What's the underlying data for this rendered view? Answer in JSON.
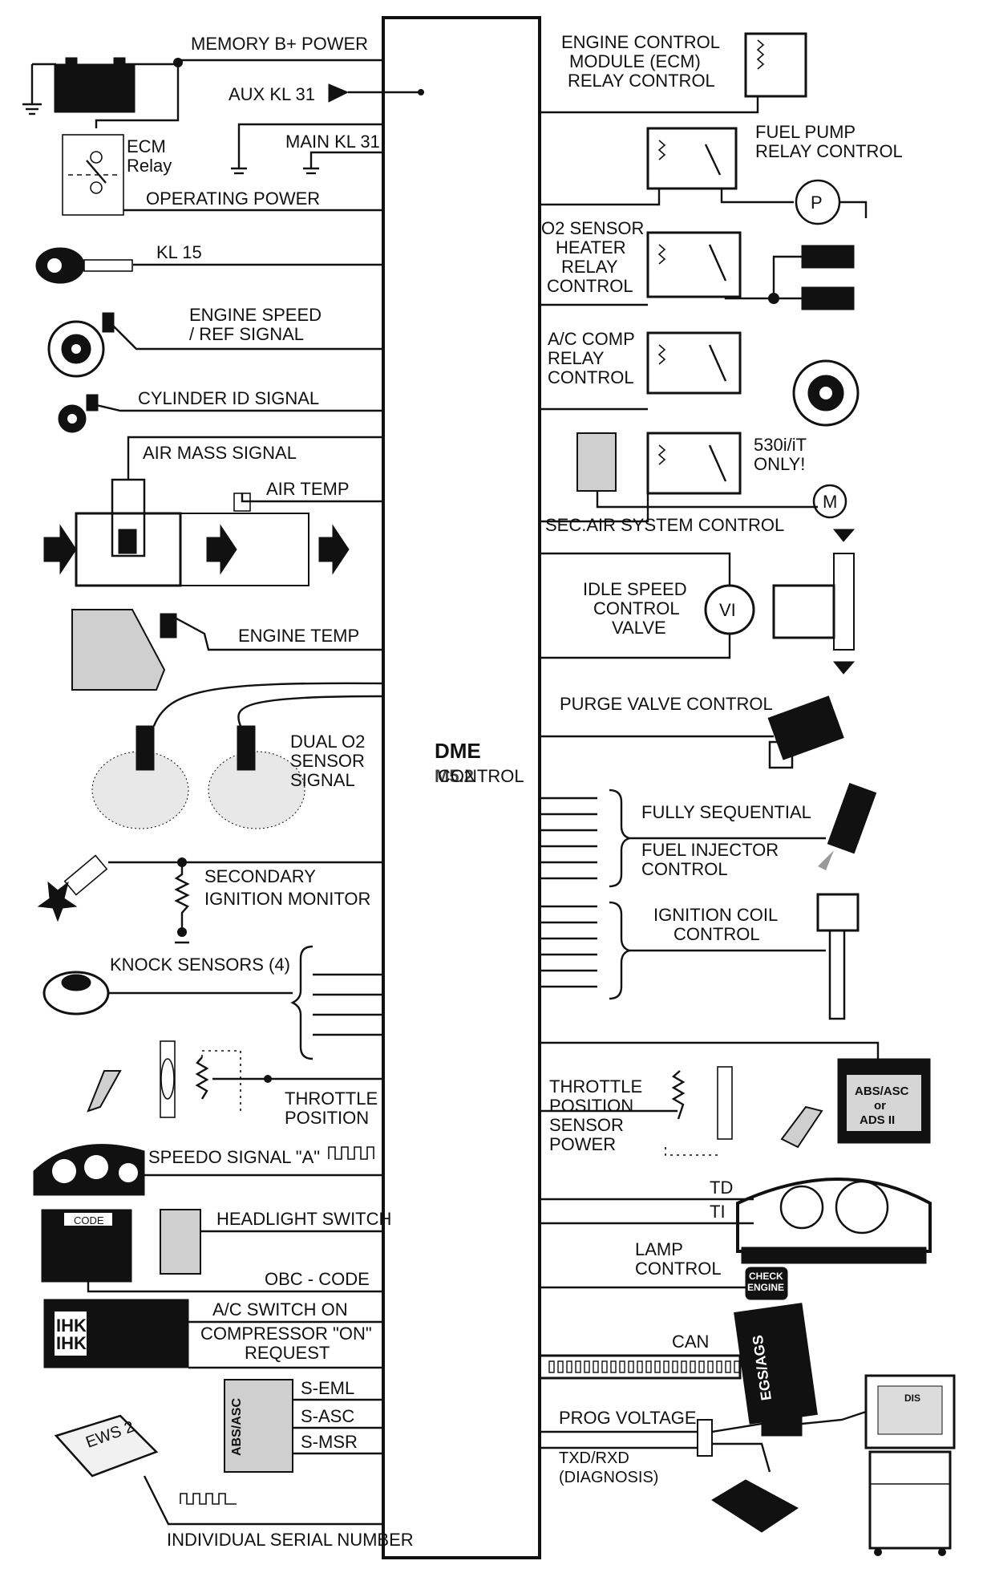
{
  "dme": {
    "title": "DME",
    "subtitle": "M5.2",
    "control": "CONTROL"
  },
  "left": {
    "memory": "MEMORY B+ POWER",
    "aux_kl31": "AUX KL 31",
    "main_kl31": "MAIN KL 31",
    "ecm_relay": "ECM\nRelay",
    "operating_power": "OPERATING POWER",
    "kl15": "KL 15",
    "engine_speed": "ENGINE SPEED\n/ REF SIGNAL",
    "cylinder_id": "CYLINDER ID SIGNAL",
    "air_mass": "AIR MASS SIGNAL",
    "air_temp": "AIR TEMP",
    "engine_temp": "ENGINE TEMP",
    "dual_o2": "DUAL O2\nSENSOR\nSIGNAL",
    "secondary_ignition": "SECONDARY\nIGNITION MONITOR",
    "knock": "KNOCK SENSORS (4)",
    "throttle_position": "THROTTLE\nPOSITION",
    "speedo": "SPEEDO SIGNAL \"A\"",
    "headlight": "HEADLIGHT SWITCH",
    "code": "CODE",
    "obc_code": "OBC - CODE",
    "ac_switch": "A/C SWITCH ON",
    "compressor": "COMPRESSOR \"ON\"\nREQUEST",
    "ihkr": "IHKR\nIHKA",
    "abs_asc_box": "ABS/ASC",
    "s_eml": "S-EML",
    "s_asc": "S-ASC",
    "s_msr": "S-MSR",
    "ews": "EWS 2",
    "serial": "INDIVIDUAL SERIAL NUMBER"
  },
  "right": {
    "ecm_relay_control": "ENGINE CONTROL\nMODULE (ECM)\nRELAY CONTROL",
    "fuel_pump": "FUEL PUMP\nRELAY CONTROL",
    "pump_symbol": "P",
    "o2_heater": "O2 SENSOR\nHEATER\nRELAY\nCONTROL",
    "ac_comp": "A/C COMP\nRELAY\nCONTROL",
    "only_530": "530i/iT\nONLY!",
    "motor_symbol": "M",
    "sec_air": "SEC.AIR SYSTEM CONTROL",
    "idle_speed": "IDLE SPEED\nCONTROL\nVALVE",
    "valve_symbol": "VI",
    "purge": "PURGE VALVE CONTROL",
    "fully_seq": "FULLY SEQUENTIAL",
    "fuel_injector": "FUEL INJECTOR\nCONTROL",
    "ignition_coil": "IGNITION COIL\nCONTROL",
    "abs_asc_ads": "ABS/ASC\nor\nADS II",
    "tps_power": "THROTTLE\nPOSITION\nSENSOR\nPOWER",
    "td": "TD",
    "ti": "TI",
    "lamp_control": "LAMP\nCONTROL",
    "check_engine": "CHECK\nENGINE",
    "can": "CAN",
    "egs_ags": "EGS/AGS",
    "prog_voltage": "PROG VOLTAGE",
    "txd_rxd": "TXD/RXD\n(DIAGNOSIS)",
    "dis": "DIS"
  }
}
